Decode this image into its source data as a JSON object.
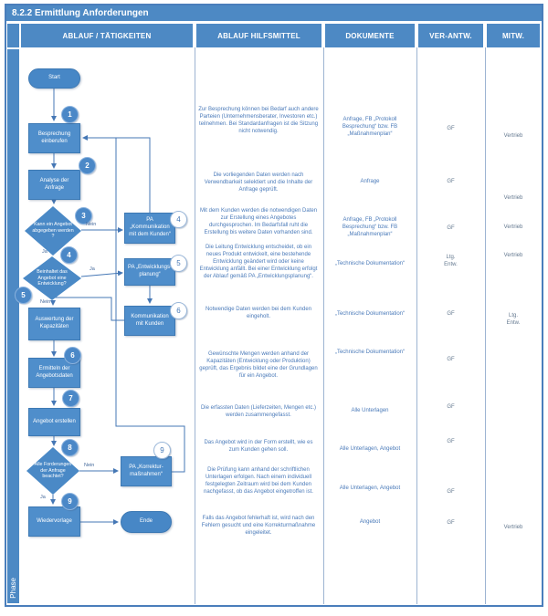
{
  "title": "8.2.2 Ermittlung Anforderungen",
  "phase_label": "Phase",
  "columns": {
    "c1": "ABLAUF / TÄTIGKEITEN",
    "c2": "ABLAUF HILFSMITTEL",
    "c3": "DOKUMENTE",
    "c4": "VER-ANTW.",
    "c5": "MITW."
  },
  "flow": {
    "start": "Start",
    "end": "Ende",
    "yes": "Ja",
    "no": "Nein",
    "steps": {
      "besprechung": "Besprechung einberufen",
      "analyse": "Analyse der Anfrage",
      "kann_angebot": "Kann ein Angebot abgegeben werden ?",
      "pa_kommunikation": "PA „Kommunikation mit dem Kunden“",
      "beinhaltet_entwicklung": "Beinhaltet das Angebot eine Entwicklung?",
      "pa_entwicklungsplanung": "PA „Entwicklungs-\nplanung“",
      "kommunikation_kunden": "Kommunikation mit Kunden",
      "auswertung": "Auswertung der Kapazitäten",
      "ermitteln": "Ermitteln der Angebotsdaten",
      "angebot_erstellen": "Angebot erstellen",
      "forderungen_beachtet": "Alle Forderungen der Anfrage beachtet?",
      "pa_korrektur": "PA „Korrektur-\nmaßnahmen“",
      "wiedervorlage": "Wiedervorlage"
    },
    "badges": {
      "n1": "1",
      "n2": "2",
      "n3": "3",
      "n4": "4",
      "n5": "5",
      "n6": "6",
      "n7": "7",
      "n8": "8",
      "n9": "9"
    }
  },
  "hilfsmittel": [
    "Zur Besprechung können bei Bedarf auch andere Parteien (Unternehmensberater, Investoren etc.) teilnehmen. Bei Standardanfragen ist die Sitzung nicht notwendig.",
    "Die vorliegenden Daten werden nach Verwendbarkeit selektiert und die Inhalte der Anfrage geprüft.",
    "Mit dem Kunden werden die notwendigen Daten zur Erstellung eines Angebotes durchgesprochen. Im Bedarfsfall ruht die Erstellung bis weitere Daten vorhanden sind.",
    "Die Leitung Entwicklung entscheidet, ob ein neues Produkt entwickelt, eine bestehende Entwicklung geändert wird oder keine Entwicklung anfällt. Bei einer Entwicklung erfolgt der Ablauf gemäß PA „Entwicklungsplanung“.",
    "Notwendige Daten werden bei dem Kunden eingeholt.",
    "Gewünschte Mengen werden anhand der Kapazitäten (Entwicklung oder Produktion) geprüft, das Ergebnis bildet eine der Grundlagen für ein Angebot.",
    "Die erfassten Daten (Lieferzeiten, Mengen etc.) werden zusammengefasst.",
    "Das Angebot wird in der Form erstellt, wie es zum Kunden gehen soll.",
    "Die Prüfung kann anhand der schriftlichen Unterlagen erfolgen. Nach einem individuell festgelegten Zeitraum wird bei dem Kunden nachgefasst, ob das Angebot eingetroffen ist.",
    "Falls das Angebot fehlerhaft ist, wird nach den Fehlern gesucht und eine Korrekturmaßnahme eingeleitet."
  ],
  "dokumente": [
    "Anfrage, FB „Protokoll Besprechung“ bzw. FB „Maßnahmenplan“",
    "Anfrage",
    "Anfrage, FB „Protokoll Besprechung“ bzw. FB „Maßnahmenplan“",
    "„Technische Dokumentation“",
    "„Technische Dokumentation“",
    "„Technische Dokumentation“",
    "Alle Unterlagen",
    "Alle Unterlagen, Angebot",
    "Alle Unterlagen, Angebot",
    "Angebot"
  ],
  "verantwortlich": [
    "GF",
    "GF",
    "GF",
    "Ltg.\nEntw.",
    "GF",
    "GF",
    "GF",
    "GF",
    "GF",
    "GF"
  ],
  "mitwirkung": [
    "Vertrieb",
    "Vertrieb",
    "Vertrieb",
    "Vertrieb",
    "Ltg.\nEntw.",
    "Vertrieb"
  ]
}
